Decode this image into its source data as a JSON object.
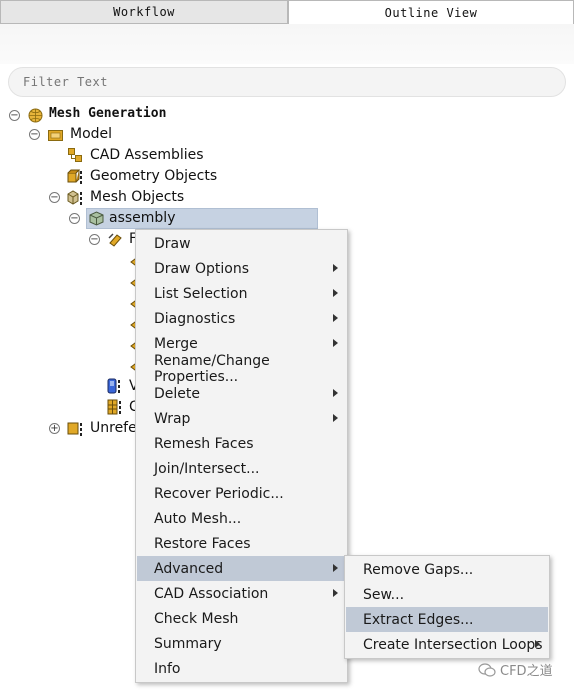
{
  "tabs": [
    {
      "label": "Workflow",
      "active": false
    },
    {
      "label": "Outline View",
      "active": true
    }
  ],
  "filter": {
    "placeholder": "Filter Text",
    "value": ""
  },
  "tree": {
    "root": "Mesh Generation",
    "model": "Model",
    "cad_assemblies": "CAD Assemblies",
    "geometry_objects": "Geometry Objects",
    "mesh_objects": "Mesh Objects",
    "assembly": "assembly",
    "faces_node_partial": "F",
    "volumes_partial": "V",
    "cells_partial": "C",
    "unreferenced_partial": "Unrefe"
  },
  "context_menu": {
    "items": [
      {
        "label": "Draw",
        "submenu": false
      },
      {
        "label": "Draw Options",
        "submenu": true
      },
      {
        "label": "List Selection",
        "submenu": true
      },
      {
        "label": "Diagnostics",
        "submenu": true
      },
      {
        "label": "Merge",
        "submenu": true
      },
      {
        "label": "Rename/Change Properties...",
        "submenu": false
      },
      {
        "label": "Delete",
        "submenu": true
      },
      {
        "label": "Wrap",
        "submenu": true
      },
      {
        "label": "Remesh Faces",
        "submenu": false
      },
      {
        "label": "Join/Intersect...",
        "submenu": false
      },
      {
        "label": "Recover Periodic...",
        "submenu": false
      },
      {
        "label": "Auto Mesh...",
        "submenu": false
      },
      {
        "label": "Restore Faces",
        "submenu": false
      },
      {
        "label": "Advanced",
        "submenu": true,
        "highlighted": true
      },
      {
        "label": "CAD Association",
        "submenu": true
      },
      {
        "label": "Check Mesh",
        "submenu": false
      },
      {
        "label": "Summary",
        "submenu": false
      },
      {
        "label": "Info",
        "submenu": false
      }
    ]
  },
  "advanced_submenu": {
    "items": [
      {
        "label": "Remove Gaps...",
        "submenu": false
      },
      {
        "label": "Sew...",
        "submenu": false
      },
      {
        "label": "Extract Edges...",
        "submenu": false,
        "highlighted": true
      },
      {
        "label": "Create Intersection Loops",
        "submenu": true
      }
    ]
  },
  "watermark": "CFD之道",
  "colors": {
    "selection": "#c6d2e2",
    "menu_highlight": "#c0c9d6",
    "menu_bg": "#f3f3f3",
    "icon_gold": "#d9a21e"
  }
}
